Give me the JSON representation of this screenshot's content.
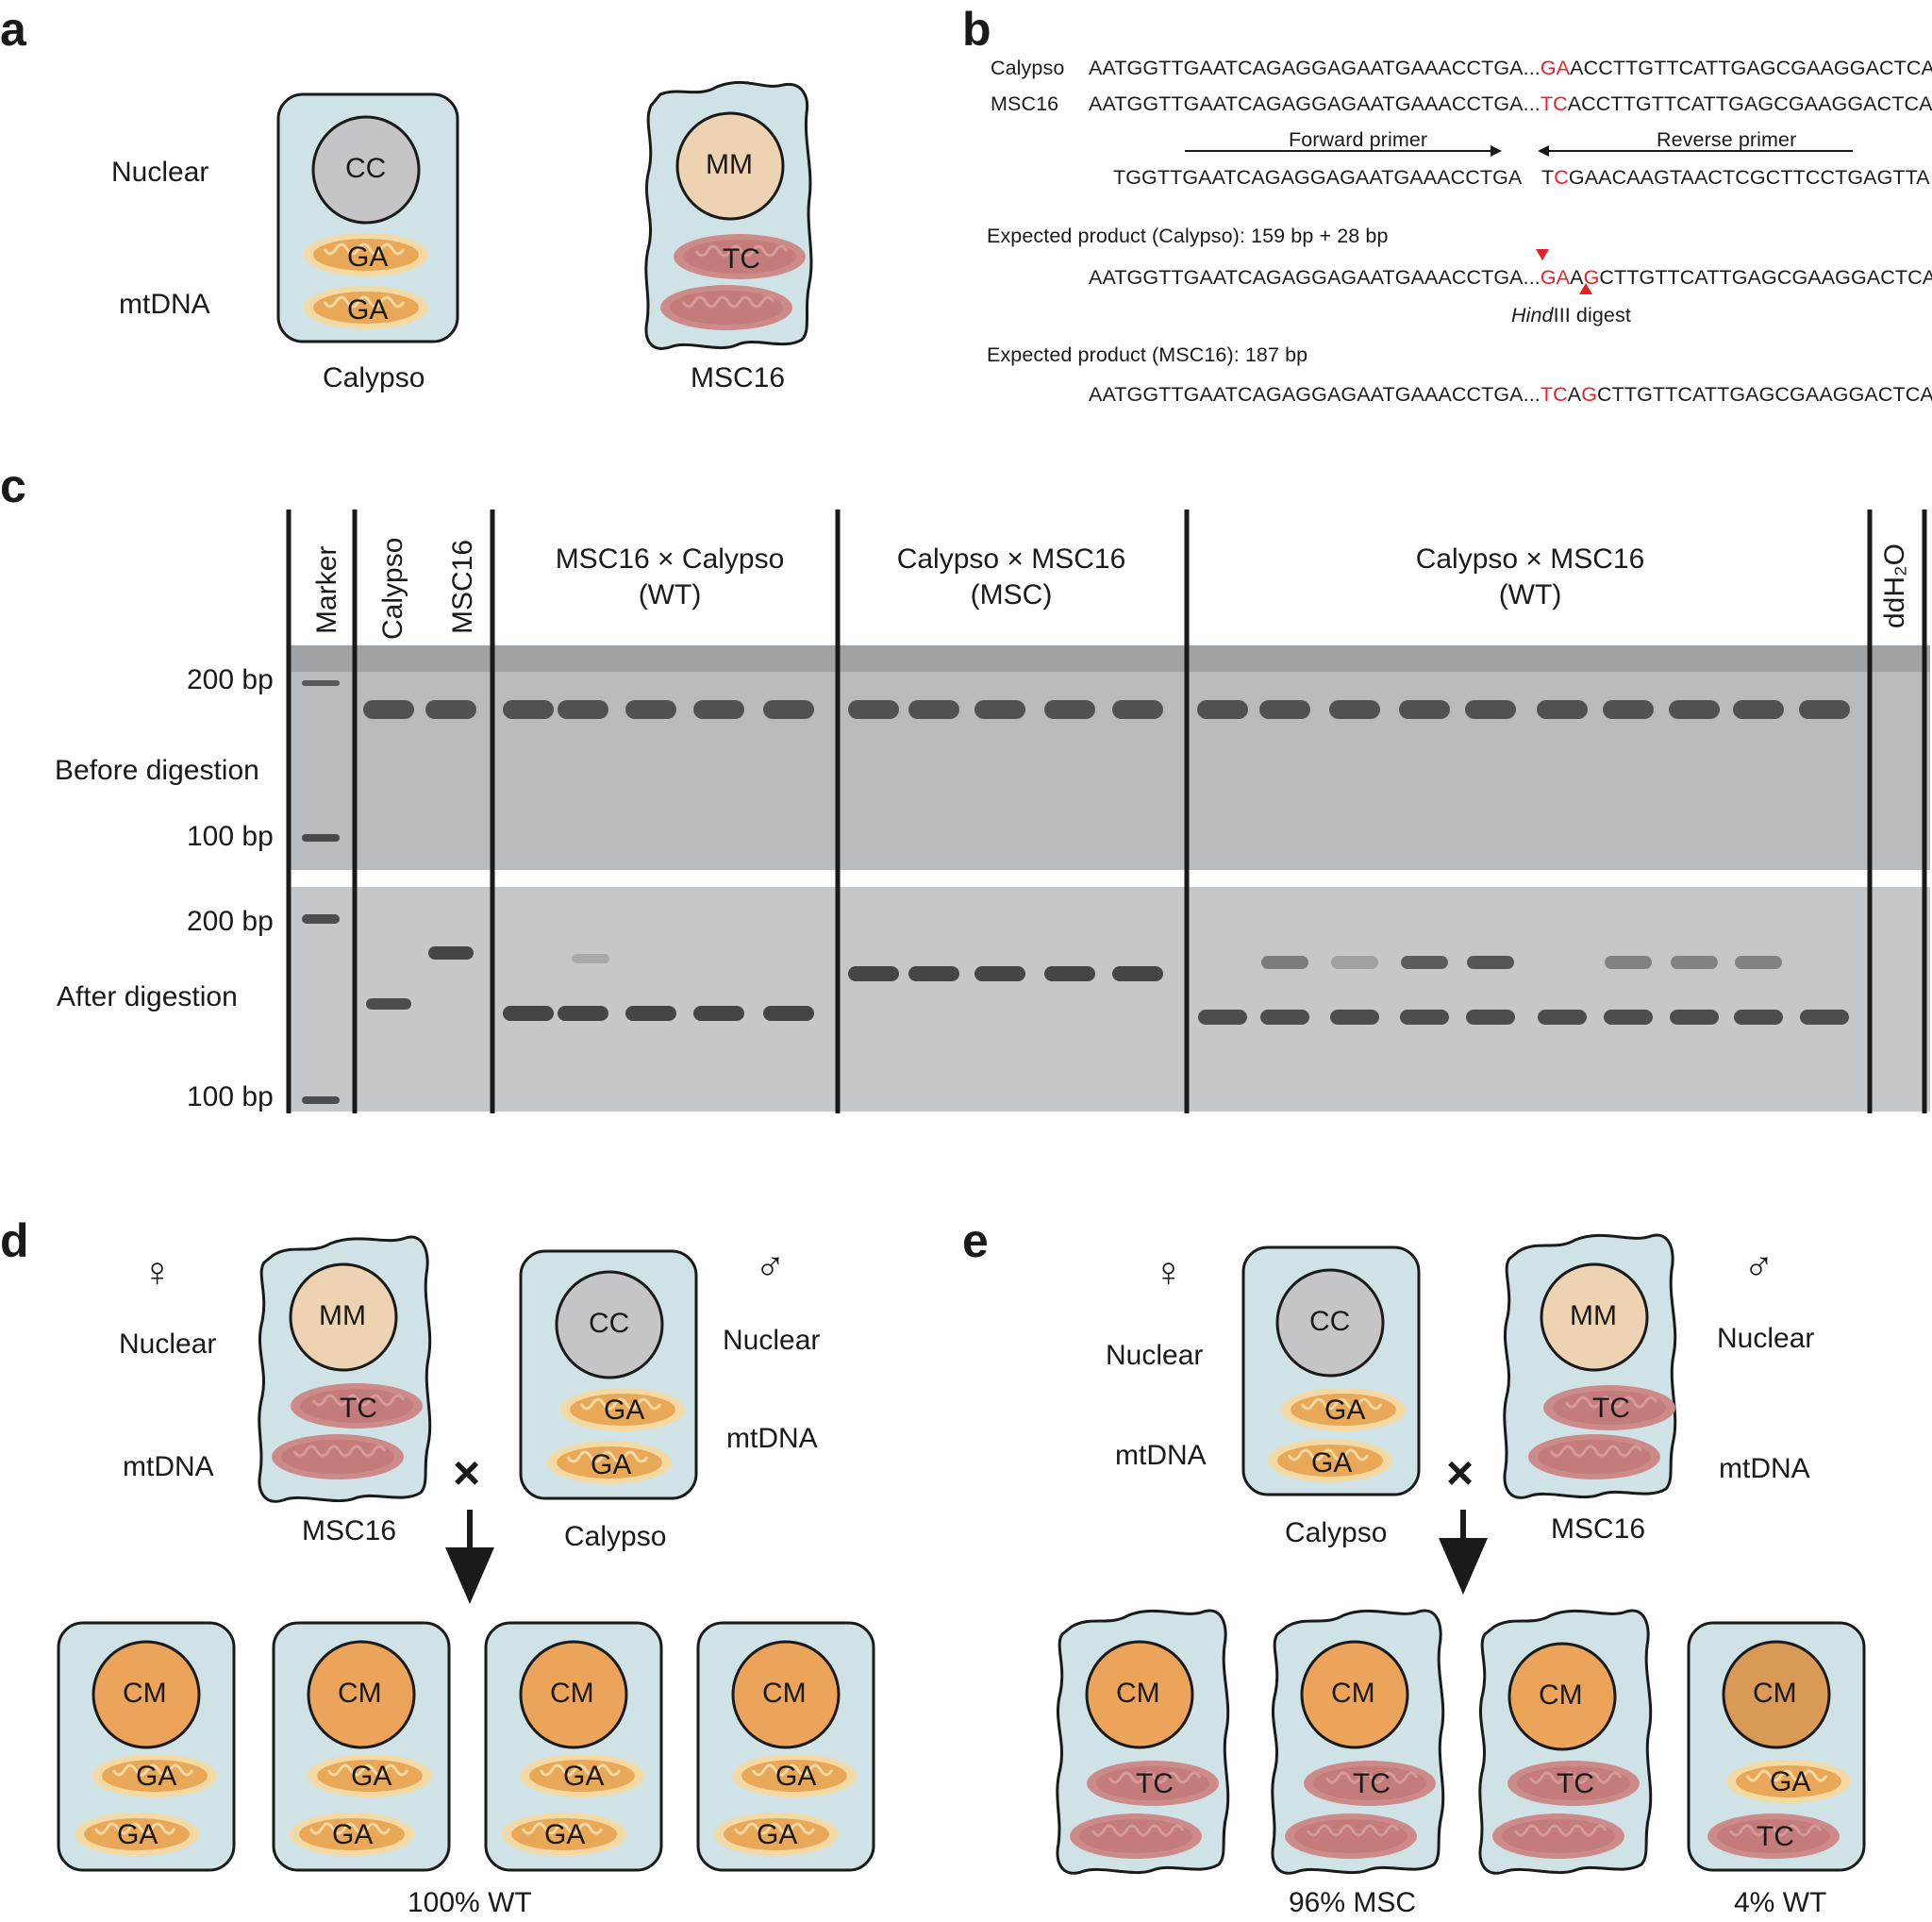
{
  "panels": {
    "a": "a",
    "b": "b",
    "c": "c",
    "d": "d",
    "e": "e"
  },
  "labels": {
    "nuclear": "Nuclear",
    "mtdna": "mtDNA",
    "calypso": "Calypso",
    "msc16": "MSC16"
  },
  "cells": {
    "cc": "CC",
    "mm": "MM",
    "cm": "CM",
    "ga": "GA",
    "tc": "TC"
  },
  "sequences": {
    "calypso_name": "Calypso",
    "msc16_name": "MSC16",
    "left": "AATGGTTGAATCAGAGGAGAATGAAACCTGA...",
    "right": "ACCTTGTTCATTGAGCGAAGGACTCAATTT",
    "right2": "CTTGTTCATTGAGCGAAGGACTCAATTT",
    "ga": "GA",
    "tc": "TC",
    "a": "A",
    "g": "G",
    "forward_primer_label": "Forward primer",
    "reverse_primer_label": "Reverse primer",
    "forward_primer": "TGGTTGAATCAGAGGAGAATGAAACCTGA",
    "reverse_t": "T",
    "reverse_c": "C",
    "reverse_rest": "GAACAAGTAACTCGCTTCCTGAGTTA",
    "expected_calypso": "Expected product (Calypso): 159 bp + 28 bp",
    "expected_msc16": "Expected product (MSC16): 187 bp",
    "hind": "Hind",
    "digest": "III digest"
  },
  "gel": {
    "lanes": {
      "marker": "Marker",
      "calypso": "Calypso",
      "msc16": "MSC16",
      "water": "ddH₂O"
    },
    "groups": [
      {
        "line1": "MSC16 × Calypso",
        "line2": "(WT)"
      },
      {
        "line1": "Calypso × MSC16",
        "line2": "(MSC)"
      },
      {
        "line1": "Calypso × MSC16",
        "line2": "(WT)"
      }
    ],
    "bp200": "200 bp",
    "bp100": "100 bp",
    "before": "Before digestion",
    "after": "After digestion"
  },
  "results": {
    "d": "100% WT",
    "e_msc": "96% MSC",
    "e_wt": "4% WT"
  },
  "symbols": {
    "female": "♀",
    "male": "♂",
    "cross": "×"
  },
  "colors": {
    "cell_fill": "#cfe3e7",
    "nuc_cc": "#c5c4c9",
    "nuc_mm": "#eed3b3",
    "nuc_cm": "#eca45a",
    "mito_ga_outer": "#f3d9a3",
    "mito_ga_inner": "#e8a858",
    "mito_tc": "#cc8a88",
    "red": "#e8202a",
    "gel": "#b9bcbe"
  }
}
